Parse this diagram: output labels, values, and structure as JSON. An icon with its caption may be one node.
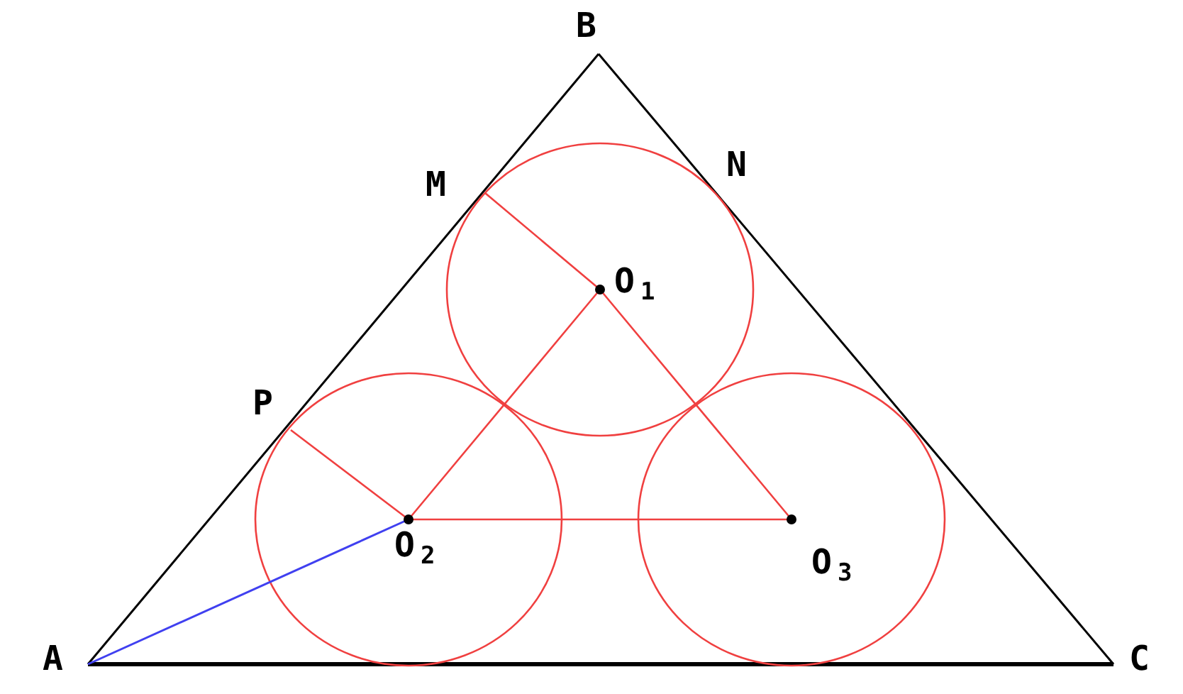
{
  "diagram": {
    "labels": [
      "B",
      "M",
      "N",
      "O$_{1}$",
      "P",
      "O$_{2}$",
      "O$_{3}$",
      "A",
      "C"
    ]
  }
}
